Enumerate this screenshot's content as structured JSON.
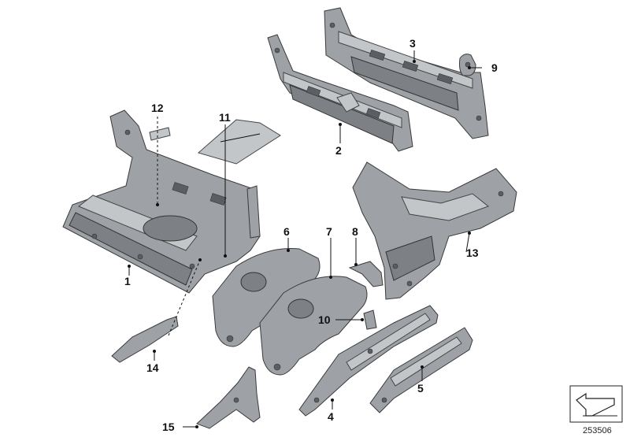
{
  "callouts": {
    "c1": "1",
    "c2": "2",
    "c3": "3",
    "c4": "4",
    "c5": "5",
    "c6": "6",
    "c7": "7",
    "c8": "8",
    "c9": "9",
    "c10": "10",
    "c11": "11",
    "c12": "12",
    "c13": "13",
    "c14": "14",
    "c15": "15"
  },
  "diagram_id": "253506",
  "colors": {
    "metal": "#9ea2a6",
    "metal_dark": "#7d8186",
    "metal_light": "#c3c6c9",
    "ink": "#111111"
  }
}
